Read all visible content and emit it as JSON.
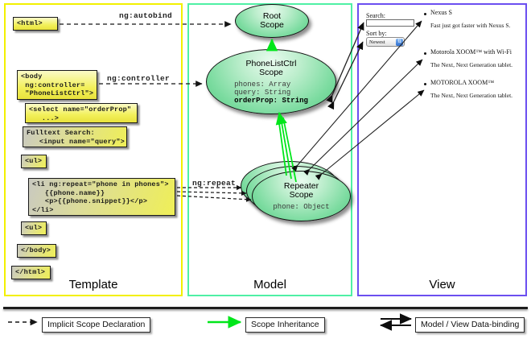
{
  "panels": {
    "template": {
      "title": "Template",
      "border_color": "#f2f000"
    },
    "model": {
      "title": "Model",
      "border_color": "#4ff0a5"
    },
    "view": {
      "title": "View",
      "border_color": "#6b4ff0"
    }
  },
  "template_boxes": [
    {
      "name": "html-open",
      "text": "<html>"
    },
    {
      "name": "body-open",
      "text": "<body\n ng:controller=\n \"PhoneListCtrl\">"
    },
    {
      "name": "select-tag",
      "text": "<select name=\"orderProp\"\n   ...>"
    },
    {
      "name": "search-input",
      "text": "Fulltext Search:\n   <input name=\"query\">"
    },
    {
      "name": "ul-open",
      "text": "<ul>"
    },
    {
      "name": "li-repeat",
      "text": "<li ng:repeat=\"phone in phones\">\n   {{phone.name}}\n   <p>{{phone.snippet}}</p>\n</li>"
    },
    {
      "name": "ul-close",
      "text": "<ul>"
    },
    {
      "name": "body-close",
      "text": "</body>"
    },
    {
      "name": "html-close",
      "text": "</html>"
    }
  ],
  "arrow_labels": {
    "autobind": "ng:autobind",
    "controller": "ng:controller",
    "repeat": "ng:repeat"
  },
  "scopes": [
    {
      "name": "root-scope",
      "title": "Root\nScope",
      "title_line1": "Root",
      "title_line2": "Scope",
      "props": []
    },
    {
      "name": "phonelistctrl-scope",
      "title_line1": "PhoneListCtrl",
      "title_line2": "Scope",
      "props": [
        {
          "text": "phones: Array",
          "bold": false
        },
        {
          "text": "query: String",
          "bold": false
        },
        {
          "text": "orderProp: String",
          "bold": true
        }
      ]
    },
    {
      "name": "repeater-scope",
      "title_line1": "Repeater",
      "title_line2": "Scope",
      "props": [
        {
          "text": "phone: Object",
          "bold": false
        }
      ]
    }
  ],
  "view": {
    "search_label": "Search:",
    "search_value": "",
    "sort_label": "Sort by:",
    "sort_value": "Newest",
    "phones": [
      {
        "name": "Nexus S",
        "snippet": "Fast just got faster with Nexus S."
      },
      {
        "name": "Motorola XOOM™ with Wi-Fi",
        "snippet": "The Next, Next Generation tablet."
      },
      {
        "name": "MOTOROLA XOOM™",
        "snippet": "The Next, Next Generation tablet."
      }
    ]
  },
  "legend": [
    {
      "name": "implicit-scope-declaration",
      "label": "Implicit Scope Declaration",
      "style": "dashed-black"
    },
    {
      "name": "scope-inheritance",
      "label": "Scope Inheritance",
      "style": "solid-green"
    },
    {
      "name": "model-view-data-binding",
      "label": "Model / View Data-binding",
      "style": "double-black"
    }
  ],
  "colors": {
    "code_box_fill": "#f2f05a",
    "scope_fill": "#7ddca1",
    "inheritance_arrow": "#00e61a",
    "arrow_black": "#1a1a1a"
  }
}
